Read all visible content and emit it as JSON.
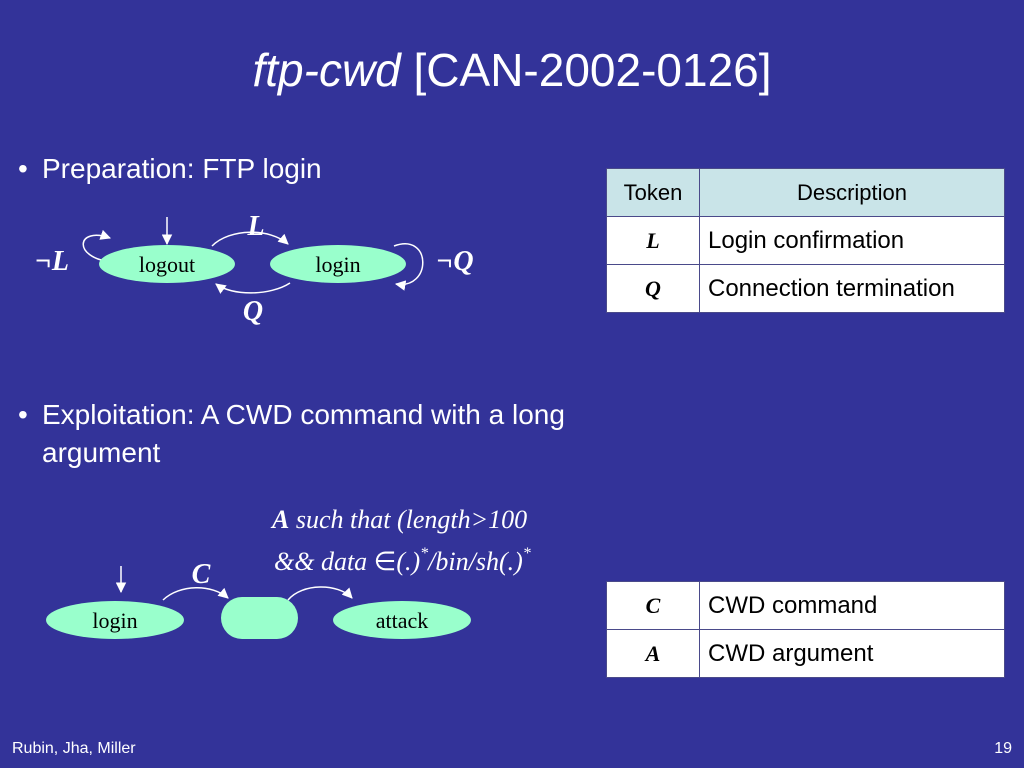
{
  "title": {
    "italic": "ftp-cwd",
    "rest": " [CAN-2002-0126]"
  },
  "bullets": [
    {
      "text": "Preparation: FTP login"
    },
    {
      "text": "Exploitation: A CWD command with a long argument"
    }
  ],
  "bullet_symbol": "•",
  "diagram1": {
    "nodes": [
      "logout",
      "login"
    ],
    "edge_labels": {
      "login_transition": "L",
      "logout_transition": "Q",
      "self_logout": "¬L",
      "self_login": "¬Q"
    }
  },
  "diagram2": {
    "nodes": [
      "login",
      "",
      "attack"
    ],
    "edge_labels": {
      "cwd": "C"
    },
    "condition": {
      "line1_bold": "A",
      "line1_rest": " such that (length>100",
      "line2_a": "&& data ",
      "line2_elem": "∈",
      "line2_b": "(.)",
      "sup1": "*",
      "line2_c": "/bin/sh(.)",
      "sup2": "*"
    }
  },
  "table1": {
    "headers": [
      "Token",
      "Description"
    ],
    "rows": [
      {
        "token": "L",
        "desc": "Login confirmation"
      },
      {
        "token": "Q",
        "desc": "Connection termination"
      }
    ]
  },
  "table2": {
    "rows": [
      {
        "token": "C",
        "desc": "CWD command"
      },
      {
        "token": "A",
        "desc": "CWD argument"
      }
    ]
  },
  "footer": {
    "authors": "Rubin, Jha, Miller",
    "page": "19"
  },
  "colors": {
    "background": "#333399",
    "node_fill": "#99ffcc",
    "header_fill": "#c9e4e8"
  }
}
